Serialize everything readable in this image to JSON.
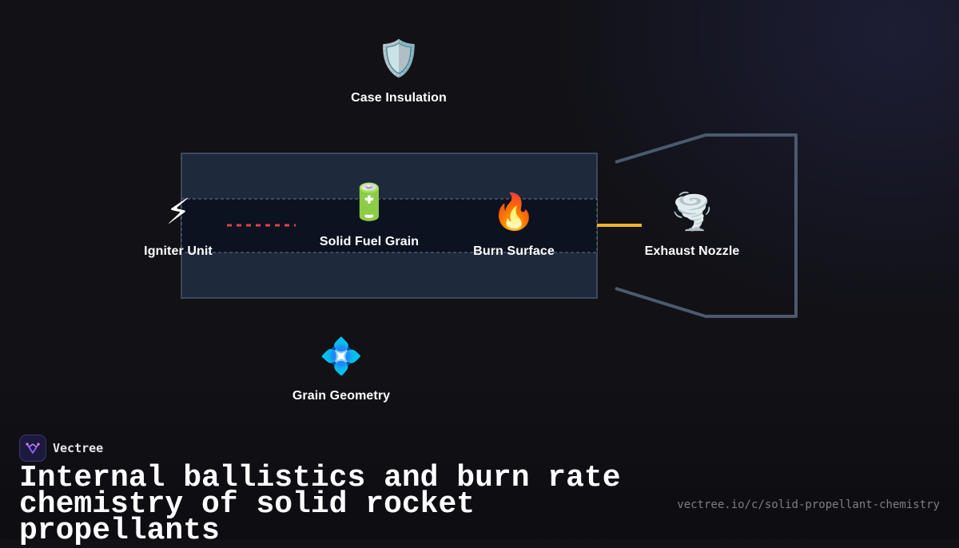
{
  "diagram": {
    "nodes": [
      {
        "id": "case_insulation",
        "label": "Case Insulation",
        "icon": "shield-icon",
        "glyph": "🛡️"
      },
      {
        "id": "igniter_unit",
        "label": "Igniter Unit",
        "icon": "lightning-icon",
        "glyph": "⚡"
      },
      {
        "id": "solid_fuel_grain",
        "label": "Solid Fuel Grain",
        "icon": "battery-icon",
        "glyph": "🔋"
      },
      {
        "id": "burn_surface",
        "label": "Burn Surface",
        "icon": "fire-icon",
        "glyph": "🔥"
      },
      {
        "id": "exhaust_nozzle",
        "label": "Exhaust Nozzle",
        "icon": "tornado-icon",
        "glyph": "🌪️"
      },
      {
        "id": "grain_geometry",
        "label": "Grain Geometry",
        "icon": "diamond-flower-icon",
        "glyph": "💠"
      }
    ],
    "connectors": [
      {
        "from": "igniter_unit",
        "to": "solid_fuel_grain",
        "style": "dashed",
        "color": "#e0424a"
      },
      {
        "from": "burn_surface",
        "to": "exhaust_nozzle",
        "style": "solid",
        "color": "#f2b325"
      }
    ],
    "colors": {
      "casing_fill": "#1e293b",
      "casing_stroke": "#3b4a5e",
      "core_fill": "#0b1220",
      "core_stroke": "#64748b",
      "nozzle_stroke": "#4b5a6e"
    }
  },
  "footer": {
    "brand_name": "Vectree",
    "title": "Internal ballistics and burn rate chemistry of solid rocket propellants",
    "url": "vectree.io/c/solid-propellant-chemistry"
  }
}
